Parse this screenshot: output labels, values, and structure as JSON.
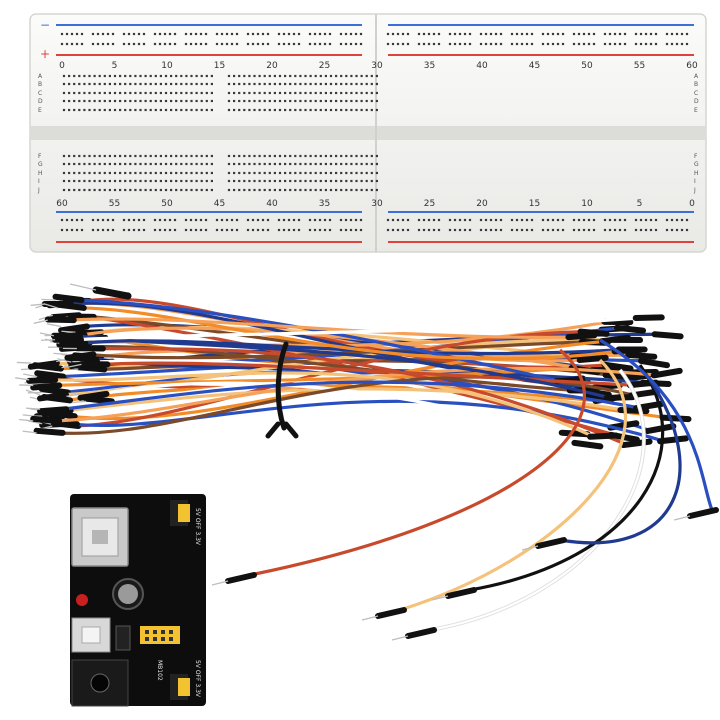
{
  "breadboard": {
    "top_numbers": [
      "0",
      "5",
      "10",
      "15",
      "20",
      "25",
      "30",
      "35",
      "40",
      "45",
      "50",
      "55",
      "60"
    ],
    "bottom_numbers": [
      "60",
      "55",
      "50",
      "45",
      "40",
      "35",
      "30",
      "25",
      "20",
      "15",
      "10",
      "5",
      "0"
    ],
    "rows_top": [
      "A",
      "B",
      "C",
      "D",
      "E"
    ],
    "rows_bottom": [
      "F",
      "G",
      "H",
      "I",
      "J"
    ],
    "rail_plus": "+",
    "rail_minus": "−",
    "colors": {
      "body": "#f3f3f1",
      "red_line": "#e0413c",
      "blue_line": "#3d6fd8",
      "hole": "#3a3a3a"
    }
  },
  "jumper_wires": {
    "colors": [
      "#111111",
      "#f28c28",
      "#f6a15a",
      "#c84a2c",
      "#1f3a8f",
      "#2a4fc0",
      "#ffffff",
      "#f4c27a",
      "#7a4a2a"
    ]
  },
  "power_module": {
    "label_5v_off_33v": "5V OFF 3.3V",
    "label_model": "MB102",
    "colors": {
      "pcb": "#0d0d0d",
      "header": "#f2c231",
      "led": "#c81f1f"
    }
  }
}
